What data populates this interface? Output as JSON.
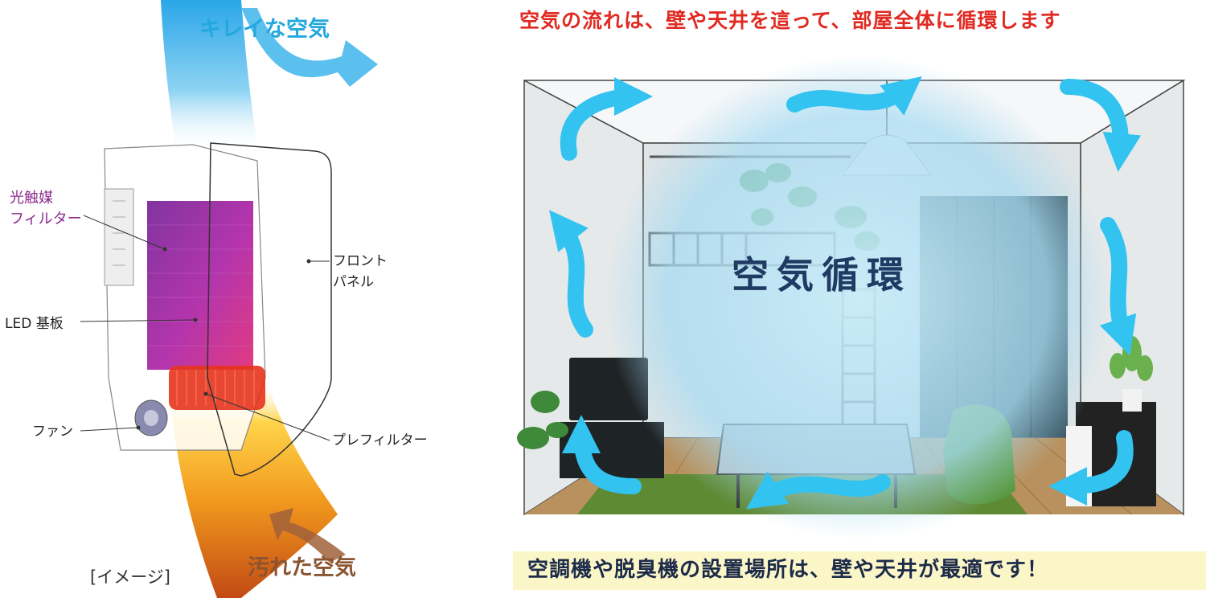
{
  "left": {
    "clean_air_label": "キレイな空気",
    "dirty_air_label": "汚れた空気",
    "image_note": "[イメージ]",
    "labels": {
      "photocatalyst_line1": "光触媒",
      "photocatalyst_line2": "フィルター",
      "led_board": "LED 基板",
      "fan": "ファン",
      "front_panel_line1": "フロント",
      "front_panel_line2": "パネル",
      "prefilter": "プレフィルター"
    }
  },
  "right": {
    "top_caption": "空気の流れは、壁や天井を這って、部屋全体に循環します",
    "center_label": "空気循環",
    "bottom_caption": "空調機や脱臭機の設置場所は、壁や天井が最適です！"
  },
  "colors": {
    "clean_air": "#23a8de",
    "dirty_air": "#8a5430",
    "filter": "#8b2a8c",
    "arrow": "#33c3f0",
    "caption_red": "#e02a22",
    "caption_band": "#fbf6c8"
  }
}
